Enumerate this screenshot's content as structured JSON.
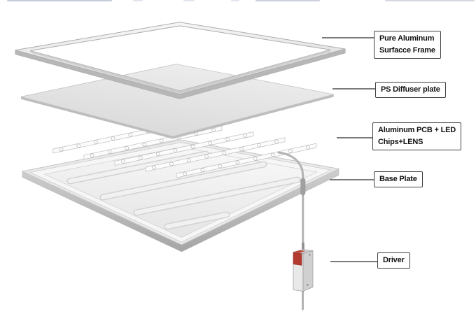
{
  "figure": {
    "type": "exploded-view-diagram",
    "subject": "LED flat panel light construction"
  },
  "labels": {
    "frame": {
      "line1": "Pure Aluminum",
      "line2": "Surfacce Frame"
    },
    "diffuser": {
      "line1": "PS Diffuser plate"
    },
    "pcb": {
      "line1": "Aluminum PCB + LED",
      "line2": "Chips+LENS"
    },
    "base": {
      "line1": "Base Plate"
    },
    "driver": {
      "line1": "Driver"
    }
  },
  "colors": {
    "label_border": "#3f3f3f",
    "label_text": "#111111",
    "leader_line": "#4f4f4f",
    "driver_red": "#b23a2e",
    "panel_light": "#f6f6f6",
    "panel_mid": "#d9d9d9",
    "panel_dark": "#a9a9a9"
  }
}
